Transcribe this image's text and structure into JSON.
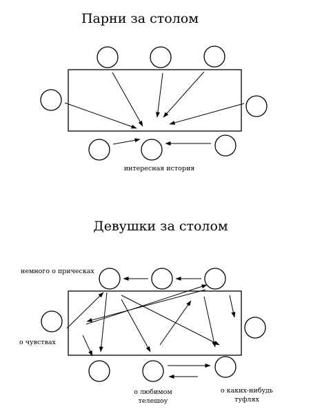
{
  "top_panel": {
    "title": "Парни за столом",
    "caption": "интересная история"
  },
  "bottom_panel": {
    "title": "Девушки за столом",
    "captions": {
      "hair": "немного о прическах",
      "feelings": "о чувствах",
      "tv_line1": "о любимом",
      "tv_line2": "телешоу",
      "shoes_line1": "о каких-нибудь",
      "shoes_line2": "туфлях"
    }
  },
  "colors": {
    "ink": "#000000",
    "background": "#ffffff"
  }
}
